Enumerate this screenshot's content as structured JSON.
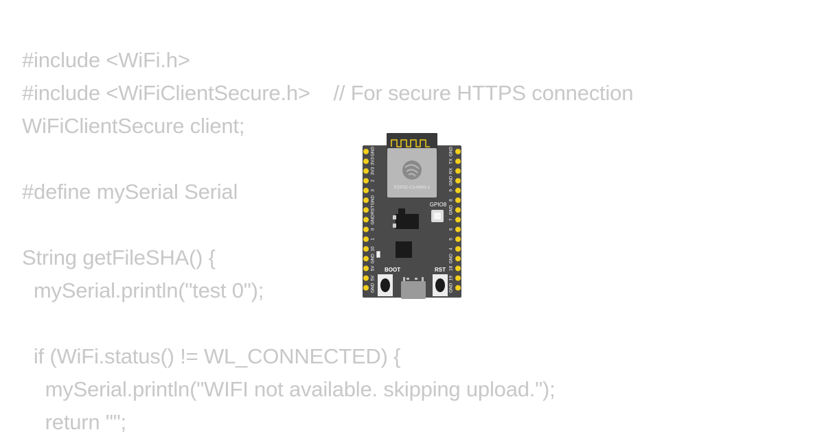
{
  "code_lines": [
    "#include <WiFi.h>",
    "#include <WiFiClientSecure.h>    // For secure HTTPS connection",
    "WiFiClientSecure client;",
    "",
    "#define mySerial Serial",
    "",
    "String getFileSHA() {",
    "  mySerial.println(\"test 0\");",
    "",
    "  if (WiFi.status() != WL_CONNECTED) {",
    "    mySerial.println(\"WIFI not available. skipping upload.\");",
    "    return \"\";"
  ],
  "board": {
    "module_label": "ESP32-C3-MINI-1",
    "led_label": "GPIO8",
    "boot_label": "BOOT",
    "reset_label": "RST",
    "left_pins": [
      "GND",
      "3V3",
      "3V3",
      "2",
      "3",
      "GND",
      "RST",
      "GND",
      "0",
      "1",
      "10",
      "GND",
      "5V",
      "5V",
      "GND"
    ],
    "right_pins": [
      "GND",
      "TX",
      "RX",
      "GND",
      "9",
      "8",
      "GND",
      "7",
      "6",
      "5",
      "4",
      "GND",
      "18",
      "19",
      "GND"
    ]
  },
  "colors": {
    "code_text": "#c8c8c8",
    "board_pcb": "#4a4a4a",
    "pin_header": "#f2cf1d",
    "module_shield": "#b8b8b8",
    "button": "#1a1a1a"
  }
}
